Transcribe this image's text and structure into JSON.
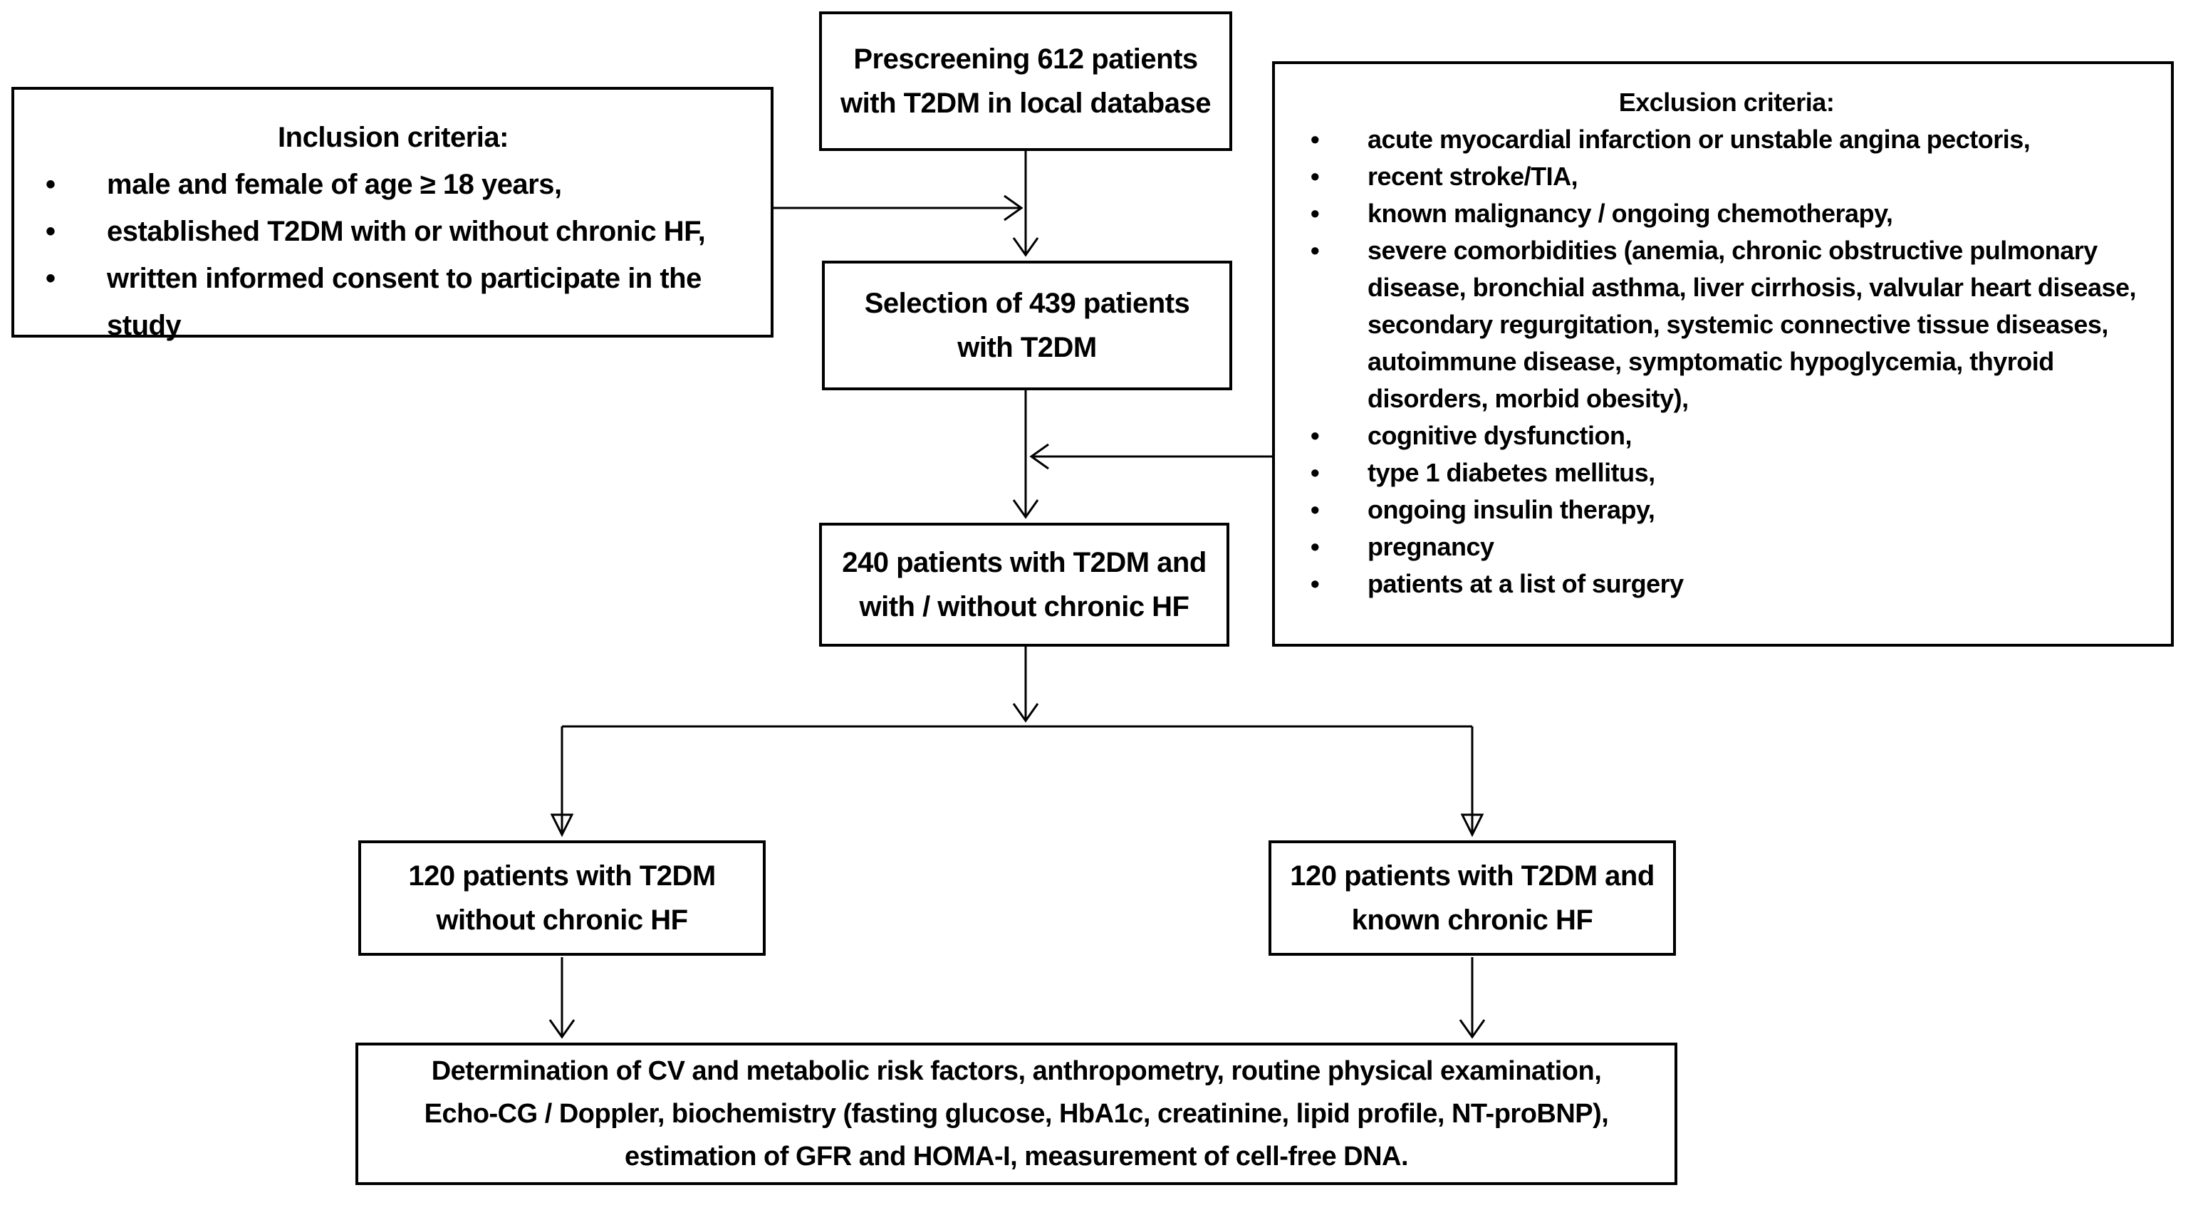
{
  "diagram": {
    "bullet": "•",
    "colors": {
      "border": "#000000",
      "text": "#000000",
      "background": "#ffffff"
    },
    "boxes": {
      "prescreening": {
        "lines": [
          "Prescreening 612 patients",
          "with T2DM in local database"
        ]
      },
      "inclusion": {
        "title": "Inclusion criteria:",
        "items": [
          "male and female of age ≥ 18 years,",
          "established T2DM with or without chronic HF,",
          "written informed consent to participate in the study"
        ]
      },
      "exclusion": {
        "title": "Exclusion criteria:",
        "items": [
          "acute myocardial infarction or unstable angina pectoris,",
          "recent stroke/TIA,",
          "known malignancy / ongoing chemotherapy,",
          "severe comorbidities (anemia, chronic obstructive pulmonary disease, bronchial asthma, liver cirrhosis, valvular heart disease, secondary regurgitation, systemic connective tissue diseases, autoimmune disease, symptomatic hypoglycemia, thyroid disorders, morbid obesity),",
          "cognitive dysfunction,",
          "type 1 diabetes mellitus,",
          "ongoing insulin therapy,",
          "pregnancy",
          "patients at a list of surgery"
        ]
      },
      "selection": {
        "lines": [
          "Selection of 439 patients",
          "with T2DM"
        ]
      },
      "cohort240": {
        "lines": [
          "240 patients with T2DM and",
          "with / without chronic HF"
        ]
      },
      "cohort120_without_hf": {
        "lines": [
          "120 patients with T2DM",
          "without chronic HF"
        ]
      },
      "cohort120_with_hf": {
        "lines": [
          "120 patients with T2DM and",
          "known chronic HF"
        ]
      },
      "assessments": {
        "lines": [
          "Determination of CV and metabolic risk factors,  anthropometry, routine physical examination,",
          "Echo-CG / Doppler, biochemistry (fasting glucose, HbA1c, creatinine, lipid profile, NT-proBNP),",
          "estimation of GFR and HOMA-I, measurement of cell-free DNA."
        ]
      }
    }
  }
}
